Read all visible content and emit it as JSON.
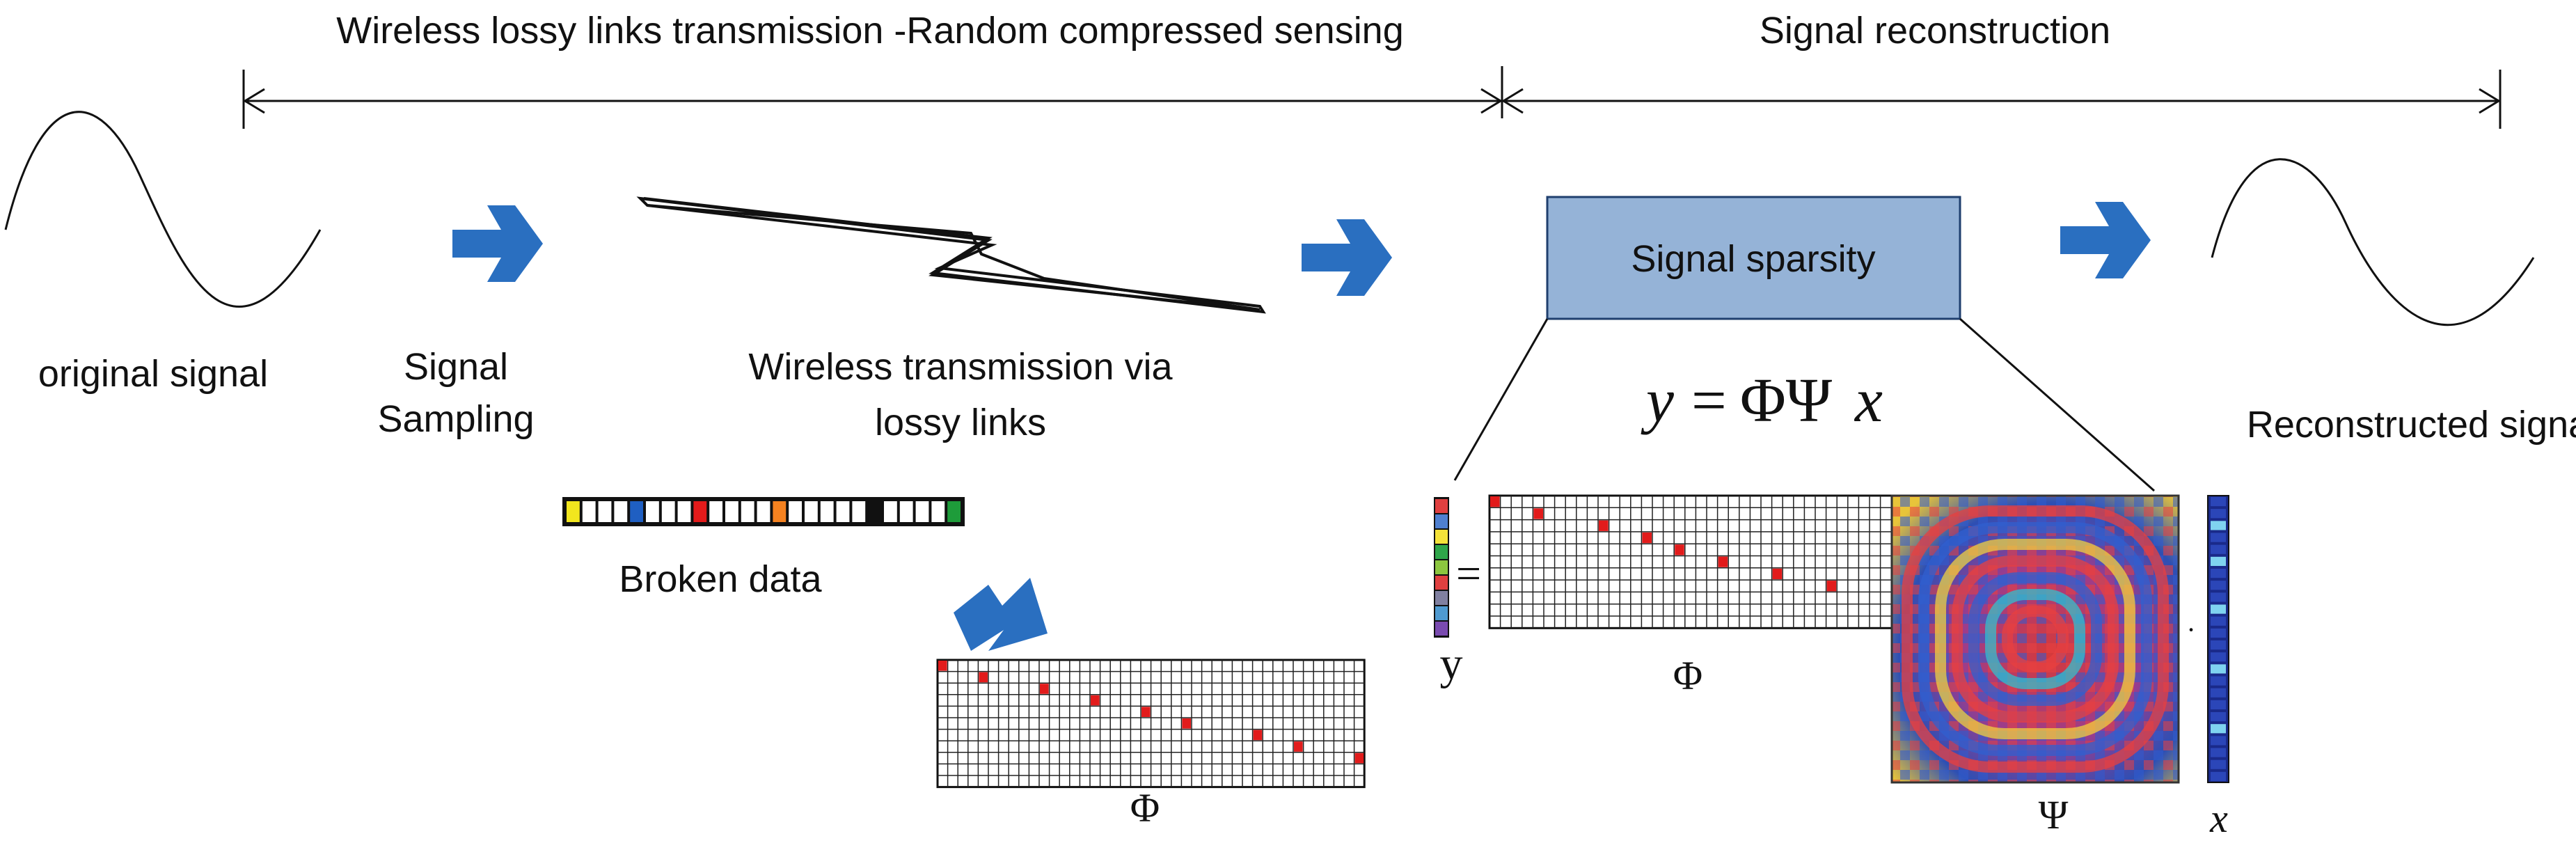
{
  "header": {
    "left_span": "Wireless lossy links transmission -Random compressed sensing",
    "right_span": "Signal reconstruction"
  },
  "labels": {
    "original": "original signal",
    "sampling_1": "Signal",
    "sampling_2": "Sampling",
    "wireless_1": "Wireless transmission via",
    "wireless_2": "lossy links",
    "sparsity": "Signal sparsity",
    "reconstructed": "Reconstructed signal",
    "broken": "Broken data"
  },
  "math": {
    "equation_y": "y",
    "equation_eq": "=",
    "equation_rhs": "ΦΨ",
    "equation_x": "x",
    "phi_bottom": "Φ",
    "y_label": "y",
    "equals": "=",
    "phi_right": "Φ",
    "psi": "Ψ",
    "x_label": "x",
    "dot": "·"
  },
  "colors": {
    "arrow": "#2a6fc0",
    "box_fill": "#95b3d7",
    "box_stroke": "#1f3f6e",
    "marker": "#e21b1b"
  }
}
